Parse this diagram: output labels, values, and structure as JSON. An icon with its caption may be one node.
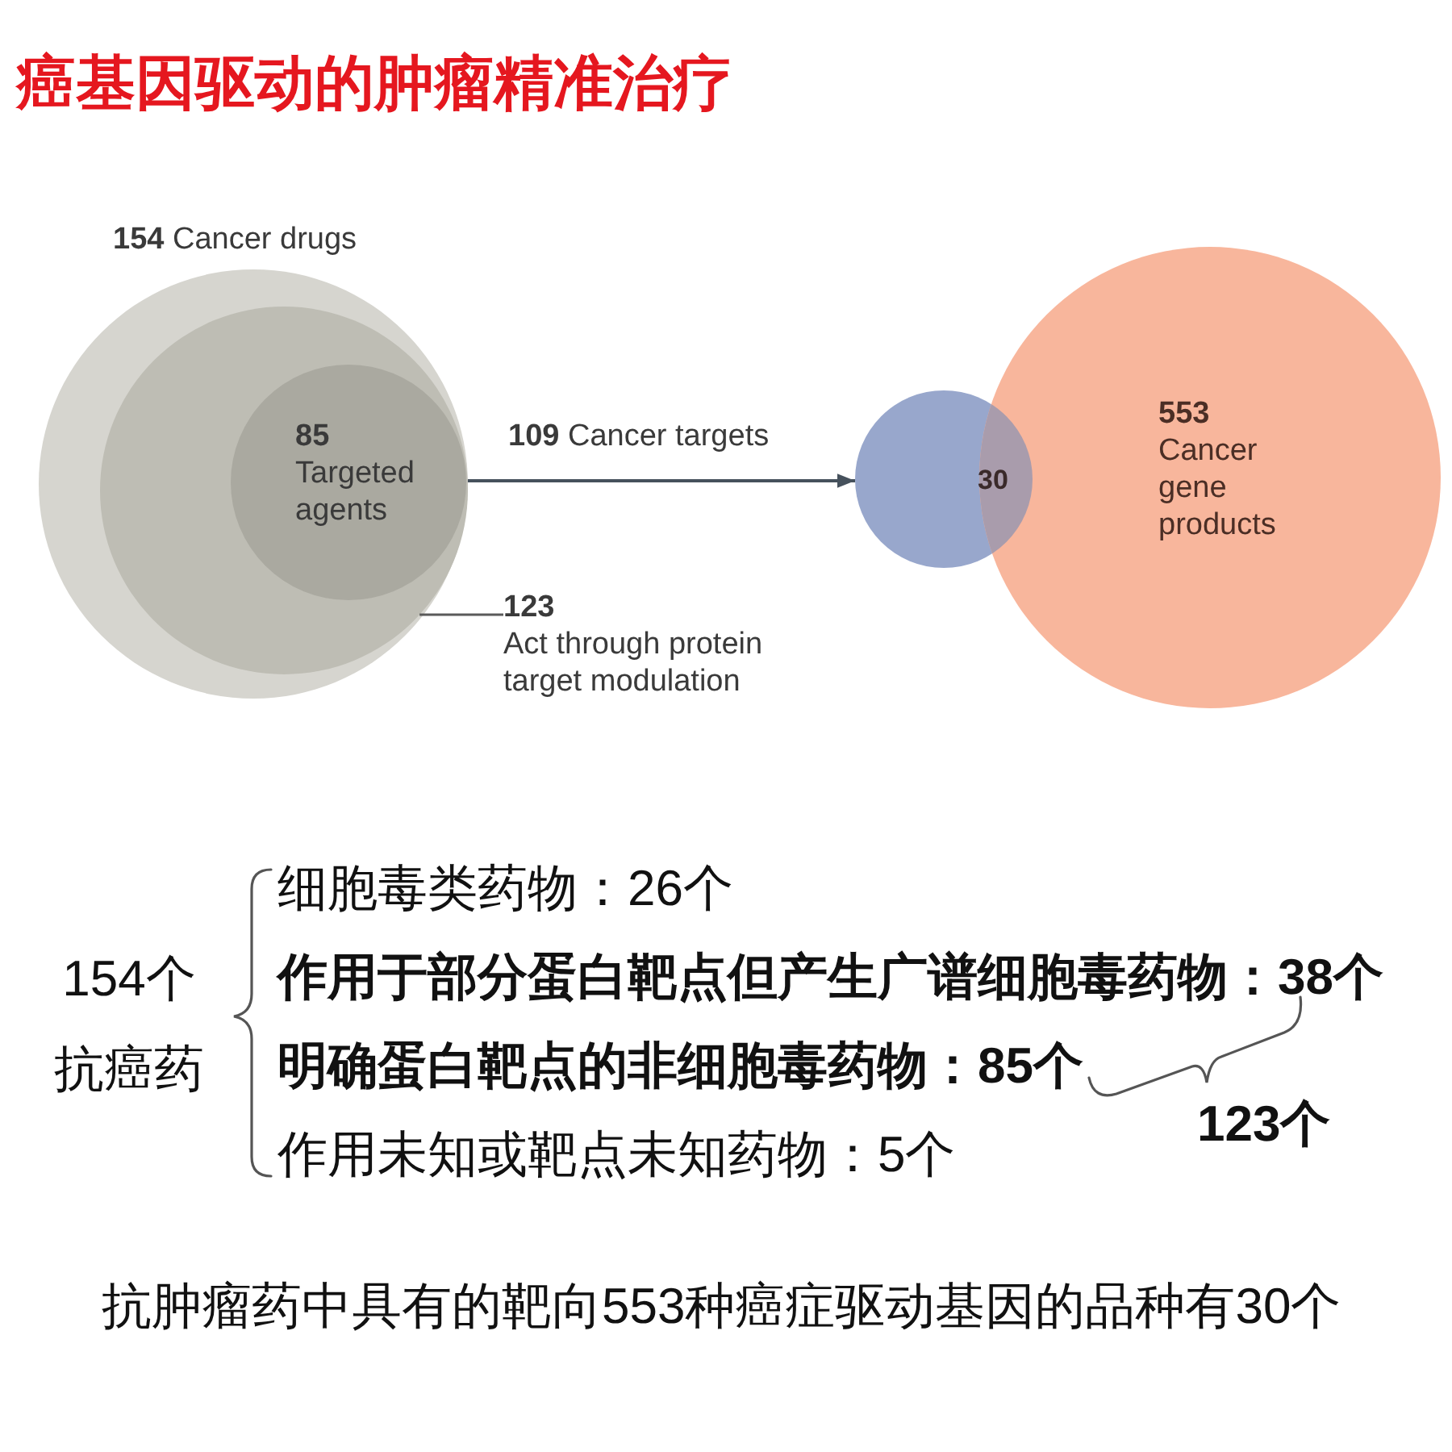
{
  "diagram": {
    "title": "癌基因驱动的肿瘤精准治疗",
    "nodes": [
      {
        "text": [
          "**154** Cancer drugs"
        ]
      },
      {
        "text": [],
        "shape": "circle",
        "in": 0
      },
      {
        "text": [
          "85",
          "Targeted agents"
        ],
        "in": 1
      },
      {
        "text": [
          "123",
          "Act through protein target modulation"
        ]
      },
      {
        "text": [],
        "shape": "circle"
      },
      {
        "text": [
          "553",
          "Cancer gene products"
        ]
      }
    ],
    "edges": [
      {
        "from": 0,
        "to": 4,
        "arrow": "to",
        "label": "**109** Cancer targets"
      },
      {
        "from": 3,
        "to": 1,
        "arrow": "none"
      }
    ],
    "labels": [
      "30",
      "154个抗癌药",
      "细胞毒类药物：26个",
      "作用于部分蛋白靶点但产生广谱细胞毒药物：38个",
      "明确蛋白靶点的非细胞毒药物：85个",
      "作用未知或靶点未知药物：5个",
      "123个"
    ],
    "caption": "抗肿瘤药中具有的靶向553种癌症驱动基因的品种有30个"
  }
}
